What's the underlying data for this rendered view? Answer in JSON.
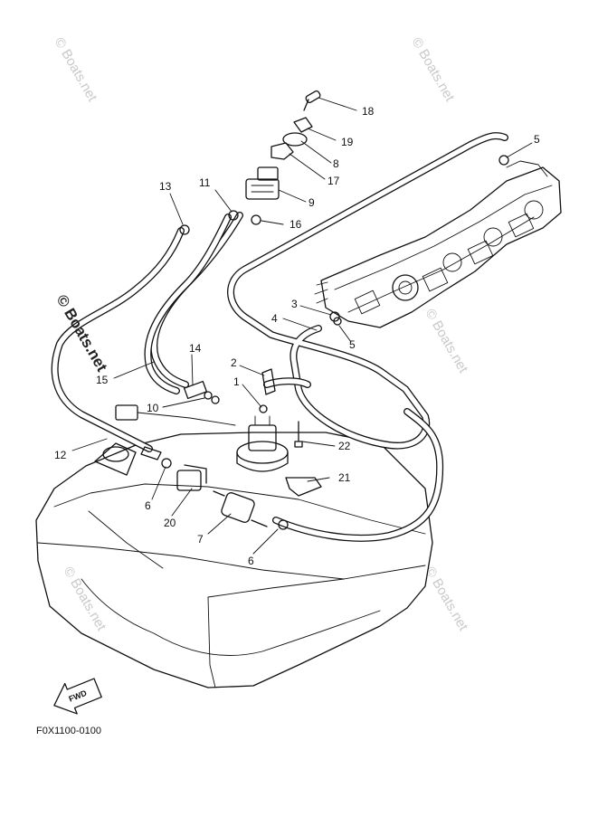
{
  "diagram": {
    "callouts": [
      "1",
      "2",
      "3",
      "4",
      "5",
      "5",
      "6",
      "6",
      "7",
      "8",
      "9",
      "10",
      "11",
      "12",
      "13",
      "14",
      "15",
      "16",
      "17",
      "18",
      "19",
      "20",
      "21",
      "22"
    ],
    "direction_label": "FWD",
    "part_code": "F0X1100-0100",
    "watermark_main": "© Boats.net",
    "watermark_faint": "© Boats.net"
  }
}
